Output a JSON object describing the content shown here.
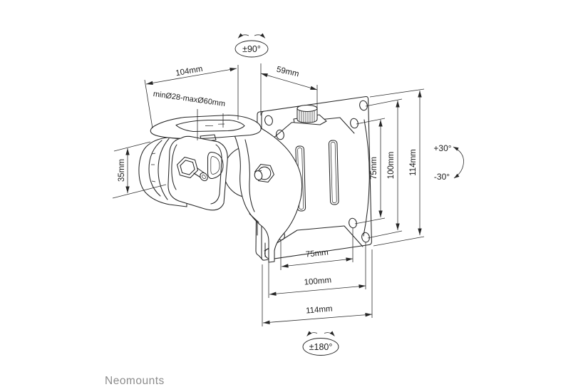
{
  "brand": {
    "name": "Neomounts",
    "color": "#8c8c8c"
  },
  "drawing": {
    "line_color": "#262626",
    "background": "#ffffff"
  },
  "annotations": {
    "swivel": "±90°",
    "rotation": "±180°",
    "tilt_up": "+30°",
    "tilt_down": "-30°",
    "arm_depth": "104mm",
    "bracket_width": "59mm",
    "pole_diameter": "minØ28-maxØ60mm",
    "clamp_height": "35mm",
    "vesa_vertical": [
      "75mm",
      "100mm",
      "114mm"
    ],
    "vesa_horizontal": [
      "75mm",
      "100mm",
      "114mm"
    ]
  }
}
